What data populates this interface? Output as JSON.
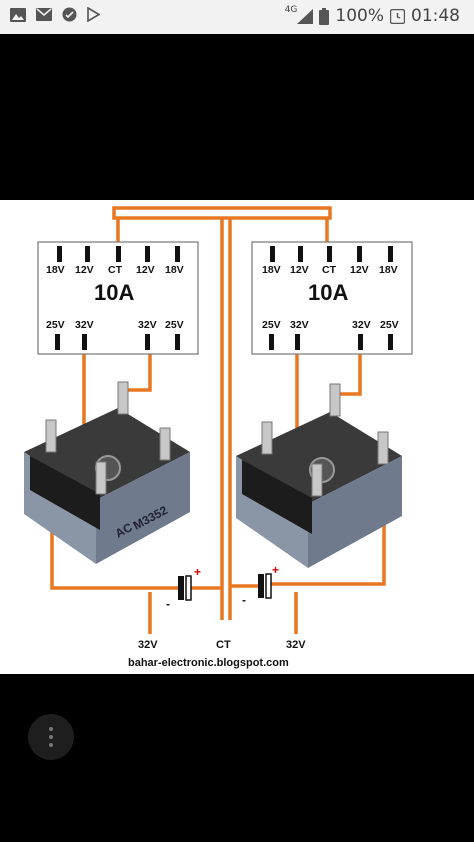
{
  "status_bar": {
    "icons_left": [
      "image-icon",
      "mail-icon",
      "chat-icon",
      "play-store-icon"
    ],
    "network": "4G",
    "battery": "100%",
    "time": "01:48"
  },
  "figure": {
    "transformer_left": {
      "rating": "10A",
      "top_pins": [
        "18V",
        "12V",
        "CT",
        "12V",
        "18V"
      ],
      "bottom_pins": [
        "25V",
        "32V",
        "32V",
        "25V"
      ]
    },
    "transformer_right": {
      "rating": "10A",
      "top_pins": [
        "18V",
        "12V",
        "CT",
        "12V",
        "18V"
      ],
      "bottom_pins": [
        "25V",
        "32V",
        "32V",
        "25V"
      ]
    },
    "bridge_marking_top": "AC",
    "bridge_marking_bottom": "M3352",
    "capacitor_plus": "+",
    "capacitor_minus": "-",
    "outputs": [
      "32V",
      "CT",
      "32V"
    ],
    "source": "bahar-electronic.blogspot.com"
  },
  "colors": {
    "wire": "#e87722",
    "status_bg": "#f2f2f2"
  }
}
